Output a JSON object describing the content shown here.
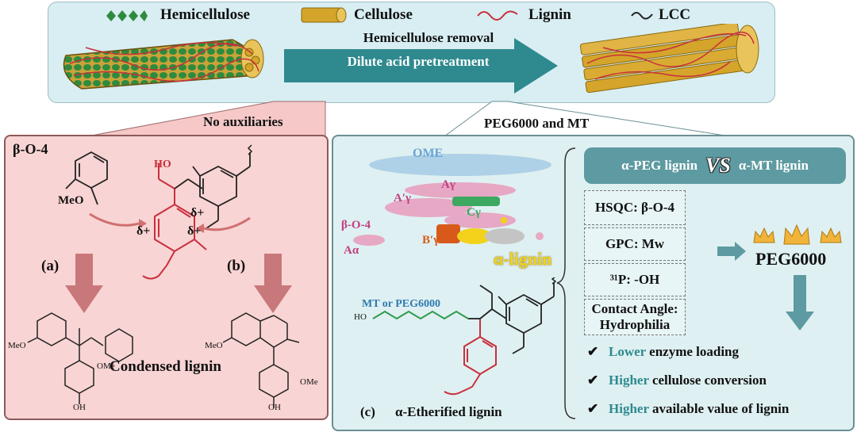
{
  "legend": {
    "hemicellulose": "Hemicellulose",
    "cellulose": "Cellulose",
    "lignin": "Lignin",
    "lcc": "LCC"
  },
  "process": {
    "line1": "Hemicellulose removal",
    "line2": "Dilute acid pretreatment"
  },
  "left": {
    "header": "No auxiliaries",
    "bond": "β-O-4",
    "meo": "MeO",
    "path_a": "(a)",
    "path_b": "(b)",
    "delta": "δ+",
    "product": "Condensed lignin",
    "ho": "HO",
    "meo_small": "MeO",
    "ome_small": "OMe",
    "oh": "OH"
  },
  "right": {
    "header": "PEG6000 and MT",
    "nmr_labels": {
      "ome": "OME",
      "a_gamma": "Aγ",
      "a_prime_gamma": "A′γ",
      "c_gamma": "Cγ",
      "b_prime_gamma": "B′γ",
      "beta_o4": "β-O-4",
      "a_alpha": "Aα",
      "alpha_lignin": "α-lignin"
    },
    "mt_peg": "MT or PEG6000",
    "ho": "HO",
    "panel_label": "(c)",
    "panel_title": "α-Etherified lignin",
    "compare_left": "α-PEG lignin",
    "vs": "VS",
    "compare_right": "α-MT lignin",
    "methods": [
      "HSQC: β-O-4",
      "GPC: Mw",
      "³¹P: -OH",
      "Contact Angle: Hydrophilia"
    ],
    "winner": "PEG6000",
    "benefits": [
      {
        "highlight": "Lower",
        "rest": " enzyme loading"
      },
      {
        "highlight": "Higher",
        "rest": " cellulose conversion"
      },
      {
        "highlight": "Higher",
        "rest": " available value of lignin"
      }
    ]
  },
  "colors": {
    "arrow_teal": "#2f8a8f",
    "lignin_red": "#c8303c",
    "cellulose_gold": "#d4a52a",
    "hemicellulose_green": "#2e8b3e",
    "peg_green": "#2f9a4a"
  }
}
